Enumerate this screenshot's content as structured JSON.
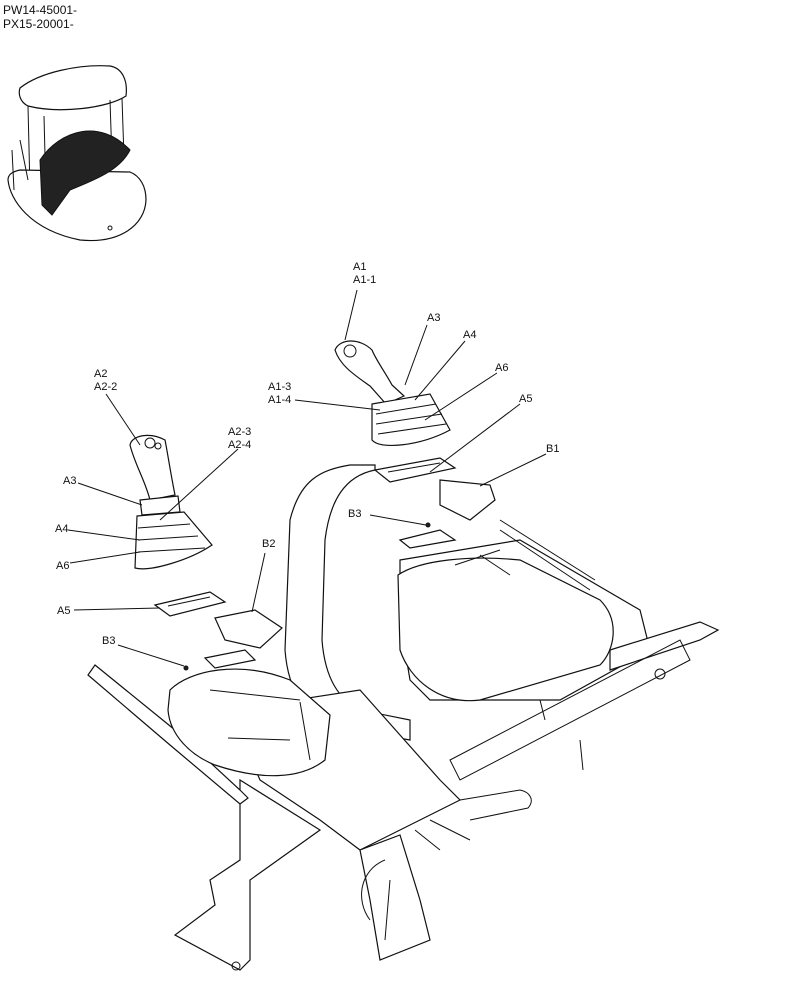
{
  "serial_numbers": [
    "PW14-45001-",
    "PX15-20001-"
  ],
  "callouts": [
    {
      "id": "a1",
      "label": "A1"
    },
    {
      "id": "a1_1",
      "label": "A1-1"
    },
    {
      "id": "a3_r",
      "label": "A3"
    },
    {
      "id": "a4_r",
      "label": "A4"
    },
    {
      "id": "a6_r",
      "label": "A6"
    },
    {
      "id": "a1_3",
      "label": "A1-3"
    },
    {
      "id": "a1_4",
      "label": "A1-4"
    },
    {
      "id": "a5_r",
      "label": "A5"
    },
    {
      "id": "b1",
      "label": "B1"
    },
    {
      "id": "b3_r",
      "label": "B3"
    },
    {
      "id": "a2",
      "label": "A2"
    },
    {
      "id": "a2_2",
      "label": "A2-2"
    },
    {
      "id": "a2_3",
      "label": "A2-3"
    },
    {
      "id": "a2_4",
      "label": "A2-4"
    },
    {
      "id": "a3_l",
      "label": "A3"
    },
    {
      "id": "a4_l",
      "label": "A4"
    },
    {
      "id": "a6_l",
      "label": "A6"
    },
    {
      "id": "b2",
      "label": "B2"
    },
    {
      "id": "a5_l",
      "label": "A5"
    },
    {
      "id": "b3_l",
      "label": "B3"
    }
  ]
}
